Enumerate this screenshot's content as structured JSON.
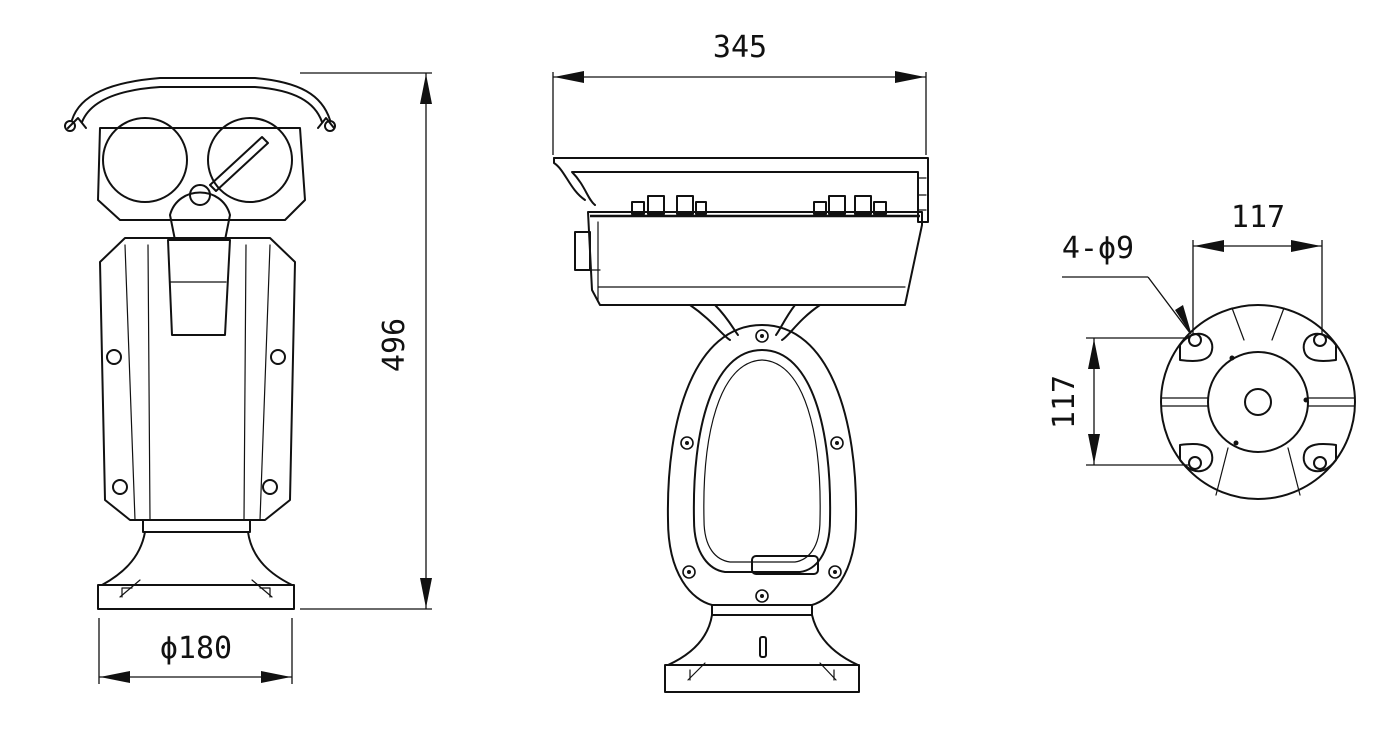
{
  "dimensions": {
    "front_height": "496",
    "base_diameter": "ϕ180",
    "side_width": "345",
    "mount_hole_spacing_h": "117",
    "mount_hole_spacing_v": "117",
    "mount_holes": "4-ϕ9"
  }
}
